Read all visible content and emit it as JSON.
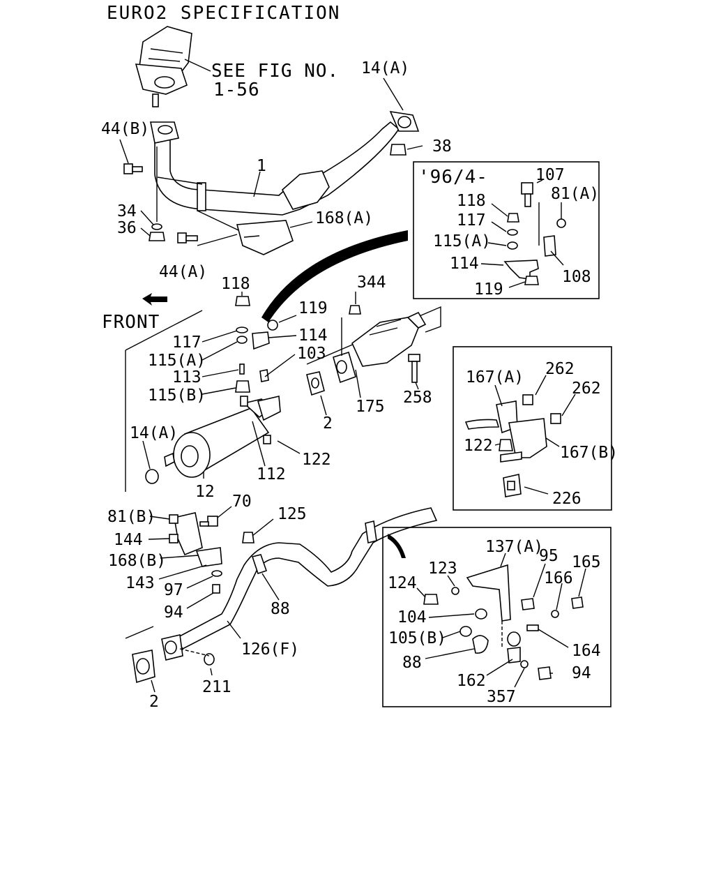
{
  "title": "EURO2 SPECIFICATION",
  "see_fig": {
    "line1": "SEE FIG NO.",
    "line2": "1-56"
  },
  "front_label": "FRONT",
  "inset_96": {
    "label": "'96/4-"
  },
  "callouts": {
    "c14a_top": "14(A)",
    "c38": "38",
    "c44b": "44(B)",
    "c1": "1",
    "c34": "34",
    "c36": "36",
    "c168a": "168(A)",
    "c44a": "44(A)",
    "i96_107": "107",
    "i96_118": "118",
    "i96_81a": "81(A)",
    "i96_117": "117",
    "i96_115a": "115(A)",
    "i96_114": "114",
    "i96_108": "108",
    "i96_119": "119",
    "c118": "118",
    "c344": "344",
    "c119": "119",
    "c117": "117",
    "c114": "114",
    "c115a": "115(A)",
    "c103": "103",
    "c113": "113",
    "c115b": "115(B)",
    "c258": "258",
    "c175": "175",
    "c2_mid": "2",
    "c14a_mid": "14(A)",
    "c122": "122",
    "c112": "112",
    "c12": "12",
    "r_167a": "167(A)",
    "r_262a": "262",
    "r_262b": "262",
    "r_122": "122",
    "r_167b": "167(B)",
    "r_226": "226",
    "c81b": "81(B)",
    "c70": "70",
    "c125": "125",
    "c144": "144",
    "c168b": "168(B)",
    "c143": "143",
    "c97": "97",
    "c94": "94",
    "c88": "88",
    "c126f": "126(F)",
    "c211": "211",
    "c2_bot": "2",
    "b_137a": "137(A)",
    "b_95": "95",
    "b_165": "165",
    "b_123": "123",
    "b_124": "124",
    "b_166": "166",
    "b_104": "104",
    "b_105b": "105(B)",
    "b_164": "164",
    "b_88": "88",
    "b_94": "94",
    "b_162": "162",
    "b_357": "357"
  }
}
